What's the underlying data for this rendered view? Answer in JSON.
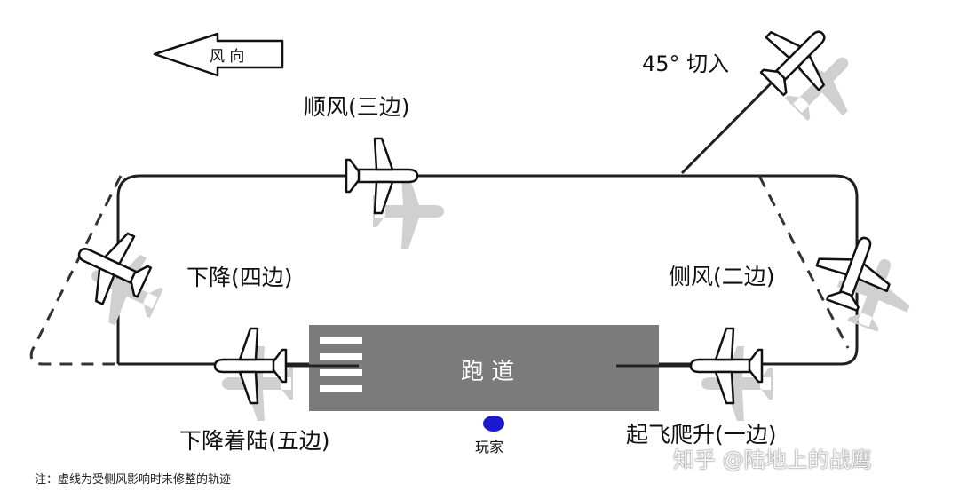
{
  "wind": {
    "label": "风 向"
  },
  "legs": {
    "entry": "45° 切入",
    "downwind": "顺风(三边)",
    "base": "下降(四边)",
    "crosswind": "侧风(二边)",
    "final": "下降着陆(五边)",
    "upwind": "起飞爬升(一边)"
  },
  "runway": {
    "label": "跑 道"
  },
  "player": {
    "label": "玩家"
  },
  "note": "注：虚线为受侧风影响时未修整的轨迹",
  "watermark": "知乎 @陆地上的战鹰",
  "colors": {
    "runway": "#7b7b7b",
    "player": "#1a1acc",
    "line": "#1f1f1f",
    "shadow": "#cfcfcf"
  },
  "icons": [
    "wind-arrow-icon",
    "airplane-icon",
    "player-dot-icon"
  ]
}
